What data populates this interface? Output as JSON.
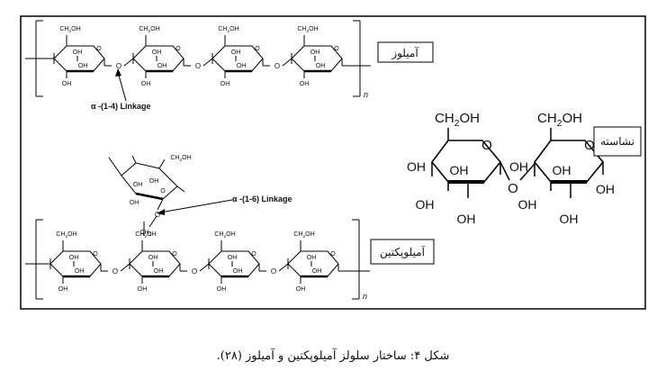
{
  "labels": {
    "amylose": "آمیلوز",
    "amylopectin": "آمیلوپکتین",
    "starch": "نشاسته"
  },
  "annotations": {
    "alpha_1_4": "α -(1-4) Linkage",
    "alpha_1_6": "α -(1-6) Linkage",
    "repeat_n": "n"
  },
  "chem": {
    "ch2oh": "CH2OH",
    "oh": "OH",
    "o": "O",
    "ch2": "CH2"
  },
  "caption": "شکل ۴: ساختار سلولز آمیلوپکتین و آمیلوز (۲۸)."
}
